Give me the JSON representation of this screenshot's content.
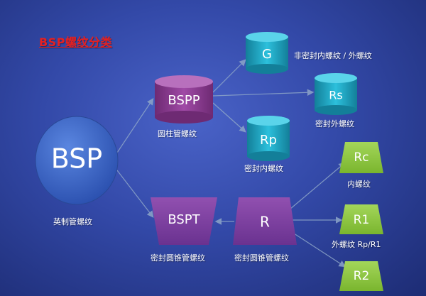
{
  "title": "BSP螺纹分类",
  "nodes": {
    "bsp": {
      "label": "BSP",
      "caption": "英制管螺纹"
    },
    "bspp": {
      "label": "BSPP",
      "caption": "圆柱管螺纹"
    },
    "bspt": {
      "label": "BSPT",
      "caption": "密封圆锥管螺纹"
    },
    "g": {
      "label": "G",
      "caption": "非密封内螺纹 / 外螺纹"
    },
    "rs": {
      "label": "Rs",
      "caption": "密封外螺纹"
    },
    "rp": {
      "label": "Rp",
      "caption": "密封内螺纹"
    },
    "r": {
      "label": "R",
      "caption": "密封圆锥管螺纹"
    },
    "rc": {
      "label": "Rc",
      "caption": "内螺纹"
    },
    "r1": {
      "label": "R1",
      "caption": "外螺纹 Rp/R1"
    },
    "r2": {
      "label": "R2",
      "caption": ""
    }
  },
  "colors": {
    "circle": "#3a67c9",
    "cylinder_purple": "#8b3a8f",
    "cylinder_cyan": "#1fa6c4",
    "trapezoid_purple": "#7d3d9c",
    "trapezoid_green": "#8ec63f",
    "title": "#e62020"
  }
}
